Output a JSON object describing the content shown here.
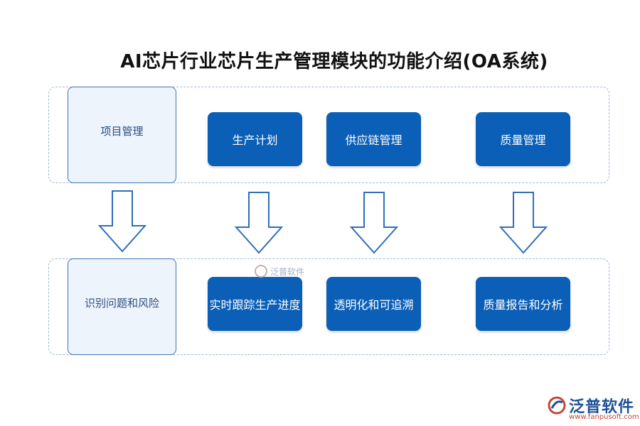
{
  "title": "AI芯片行业芯片生产管理模块的功能介绍(OA系统)",
  "rows": [
    {
      "side_label": "项目管理",
      "boxes": [
        "生产计划",
        "供应链管理",
        "质量管理"
      ]
    },
    {
      "side_label": "识别问题和风险",
      "boxes": [
        "实时跟踪生产进度",
        "透明化和可追溯",
        "质量报告和分析"
      ]
    }
  ],
  "watermark": "泛普软件",
  "logo": {
    "name": "泛普软件",
    "url": "www.fanpusoft.com"
  },
  "colors": {
    "box_fill": "#0b5fb7",
    "side_fill": "#eef4fb",
    "side_border": "#3f73b5",
    "frame_border": "#9fb8d8",
    "arrow_stroke": "#2f6fb8"
  }
}
